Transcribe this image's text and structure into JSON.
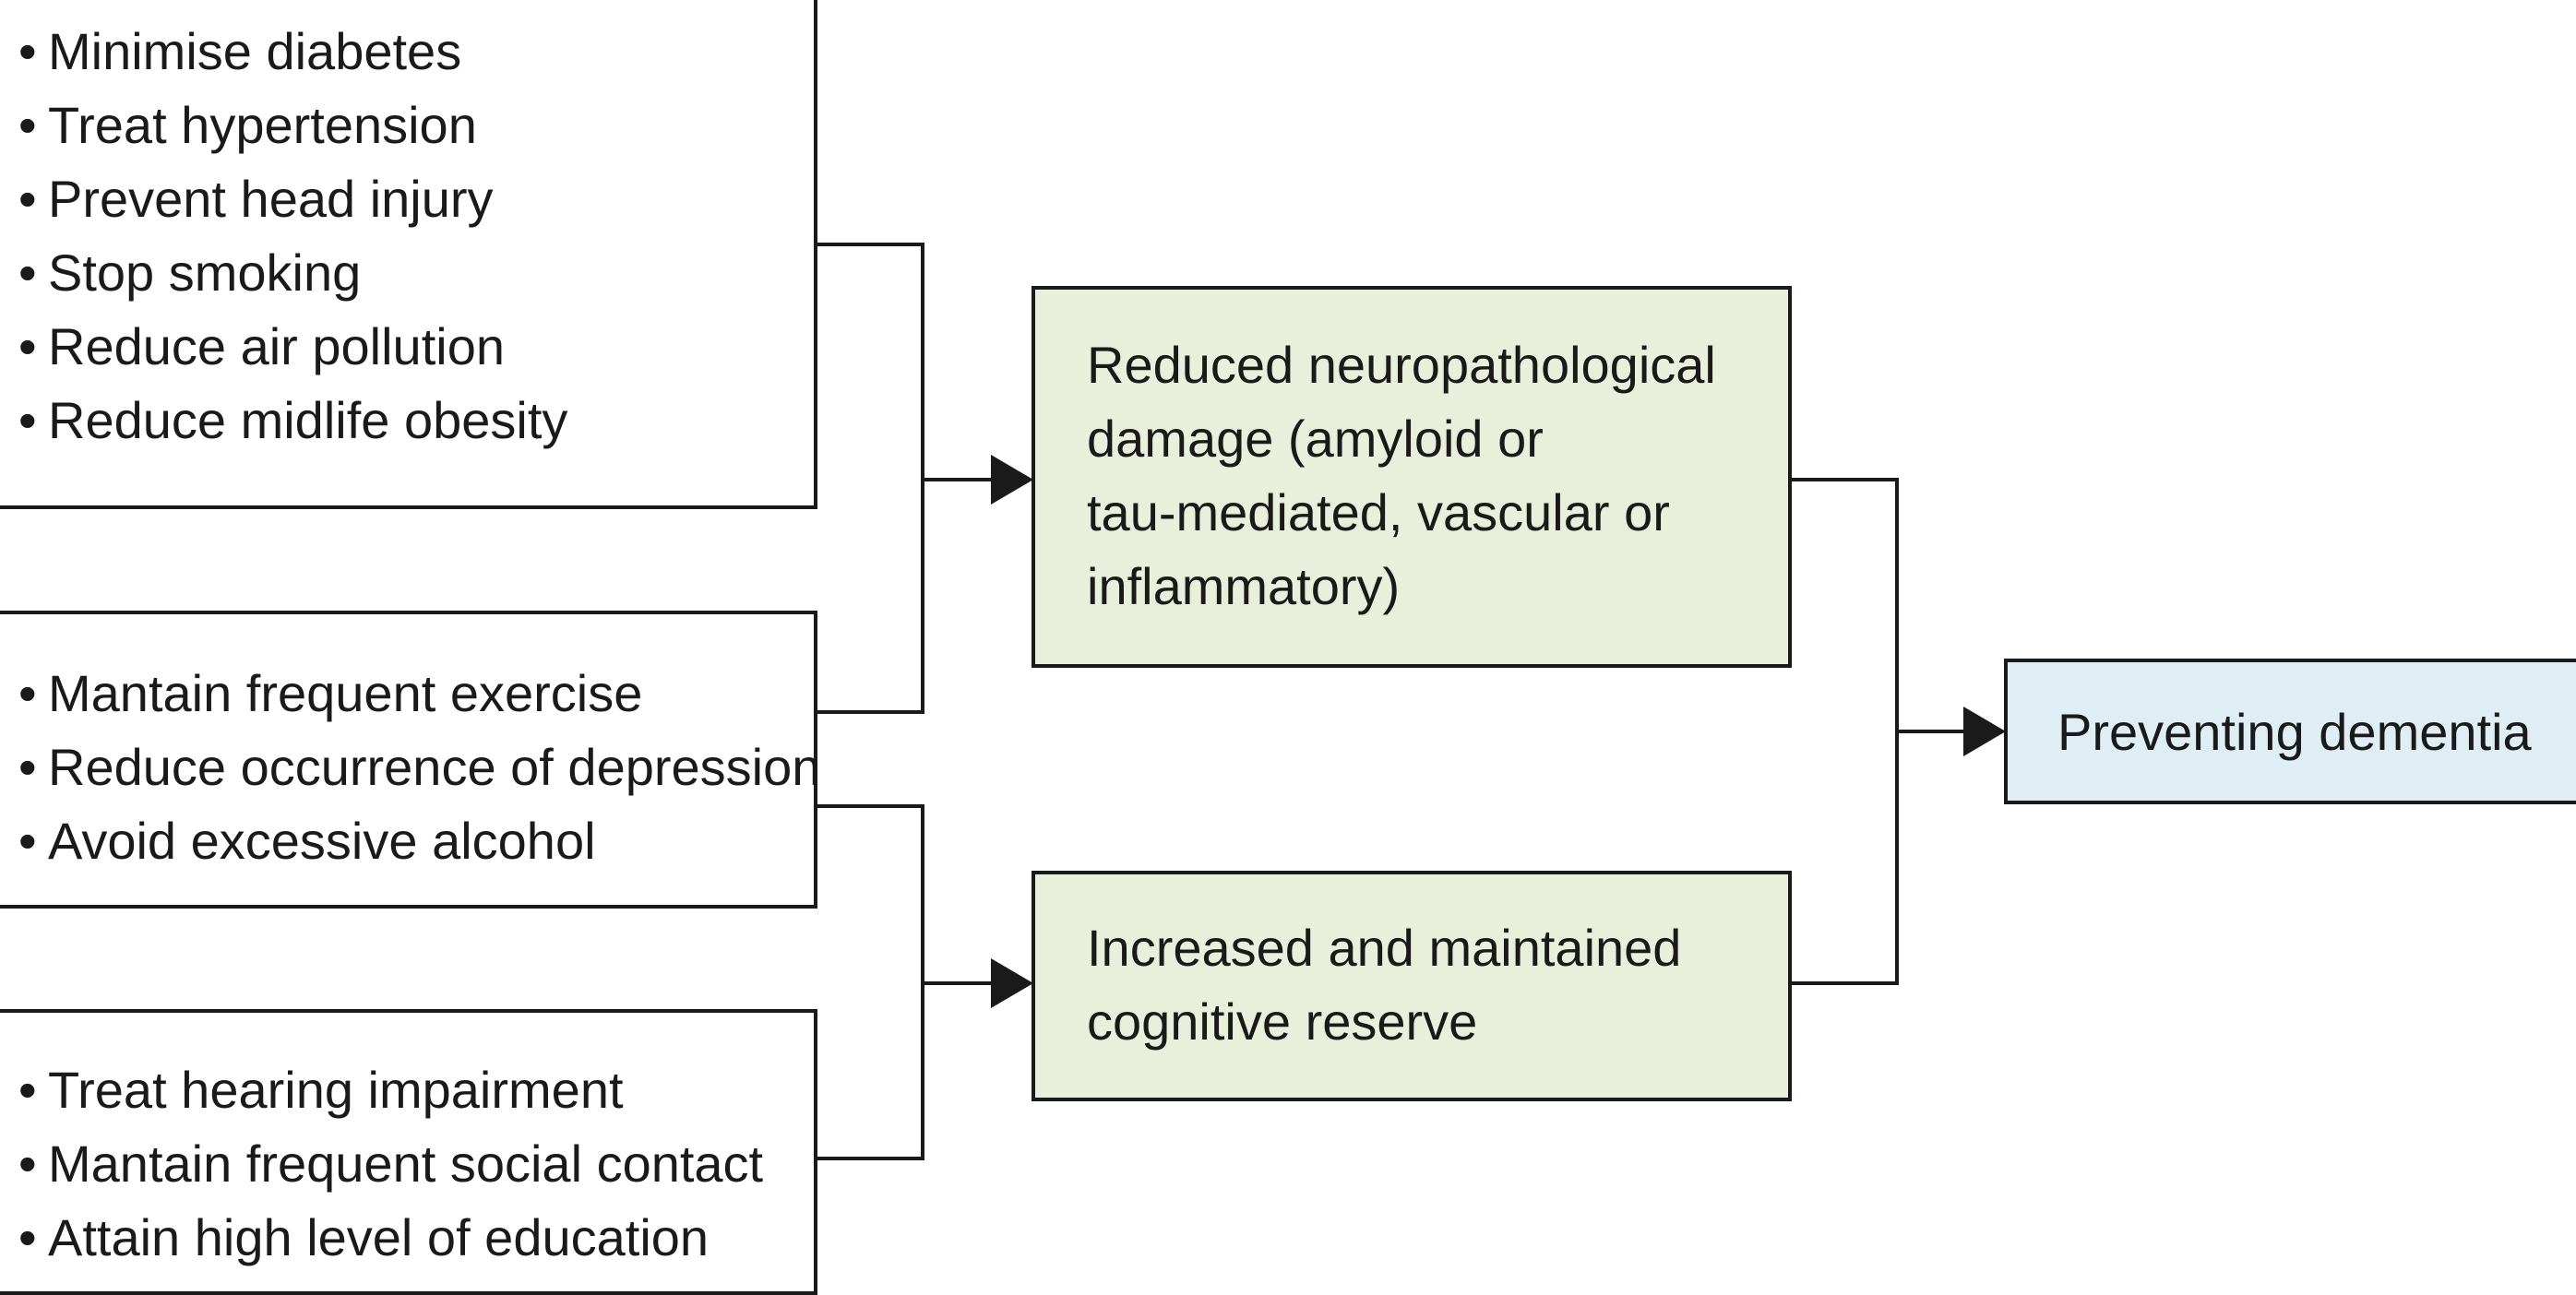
{
  "risk_groups": [
    {
      "items": [
        "Minimise diabetes",
        "Treat hypertension",
        "Prevent head injury",
        "Stop smoking",
        "Reduce air pollution",
        "Reduce midlife obesity"
      ]
    },
    {
      "items": [
        "Mantain frequent exercise",
        "Reduce occurrence of depression",
        "Avoid excessive alcohol"
      ]
    },
    {
      "items": [
        "Treat hearing impairment",
        "Mantain frequent social contact",
        "Attain high level of education"
      ]
    }
  ],
  "mechanisms": {
    "neuropathological": {
      "lines": [
        "Reduced neuropathological",
        "damage (amyloid or",
        "tau-mediated, vascular or",
        "inflammatory)"
      ]
    },
    "cognitive_reserve": {
      "lines": [
        "Increased and maintained",
        "cognitive reserve"
      ]
    }
  },
  "outcome": {
    "label": "Preventing dementia"
  },
  "colors": {
    "mechanism_fill": "#e8f0dc",
    "outcome_fill": "#dfeef5",
    "stroke": "#1a1a1a"
  }
}
